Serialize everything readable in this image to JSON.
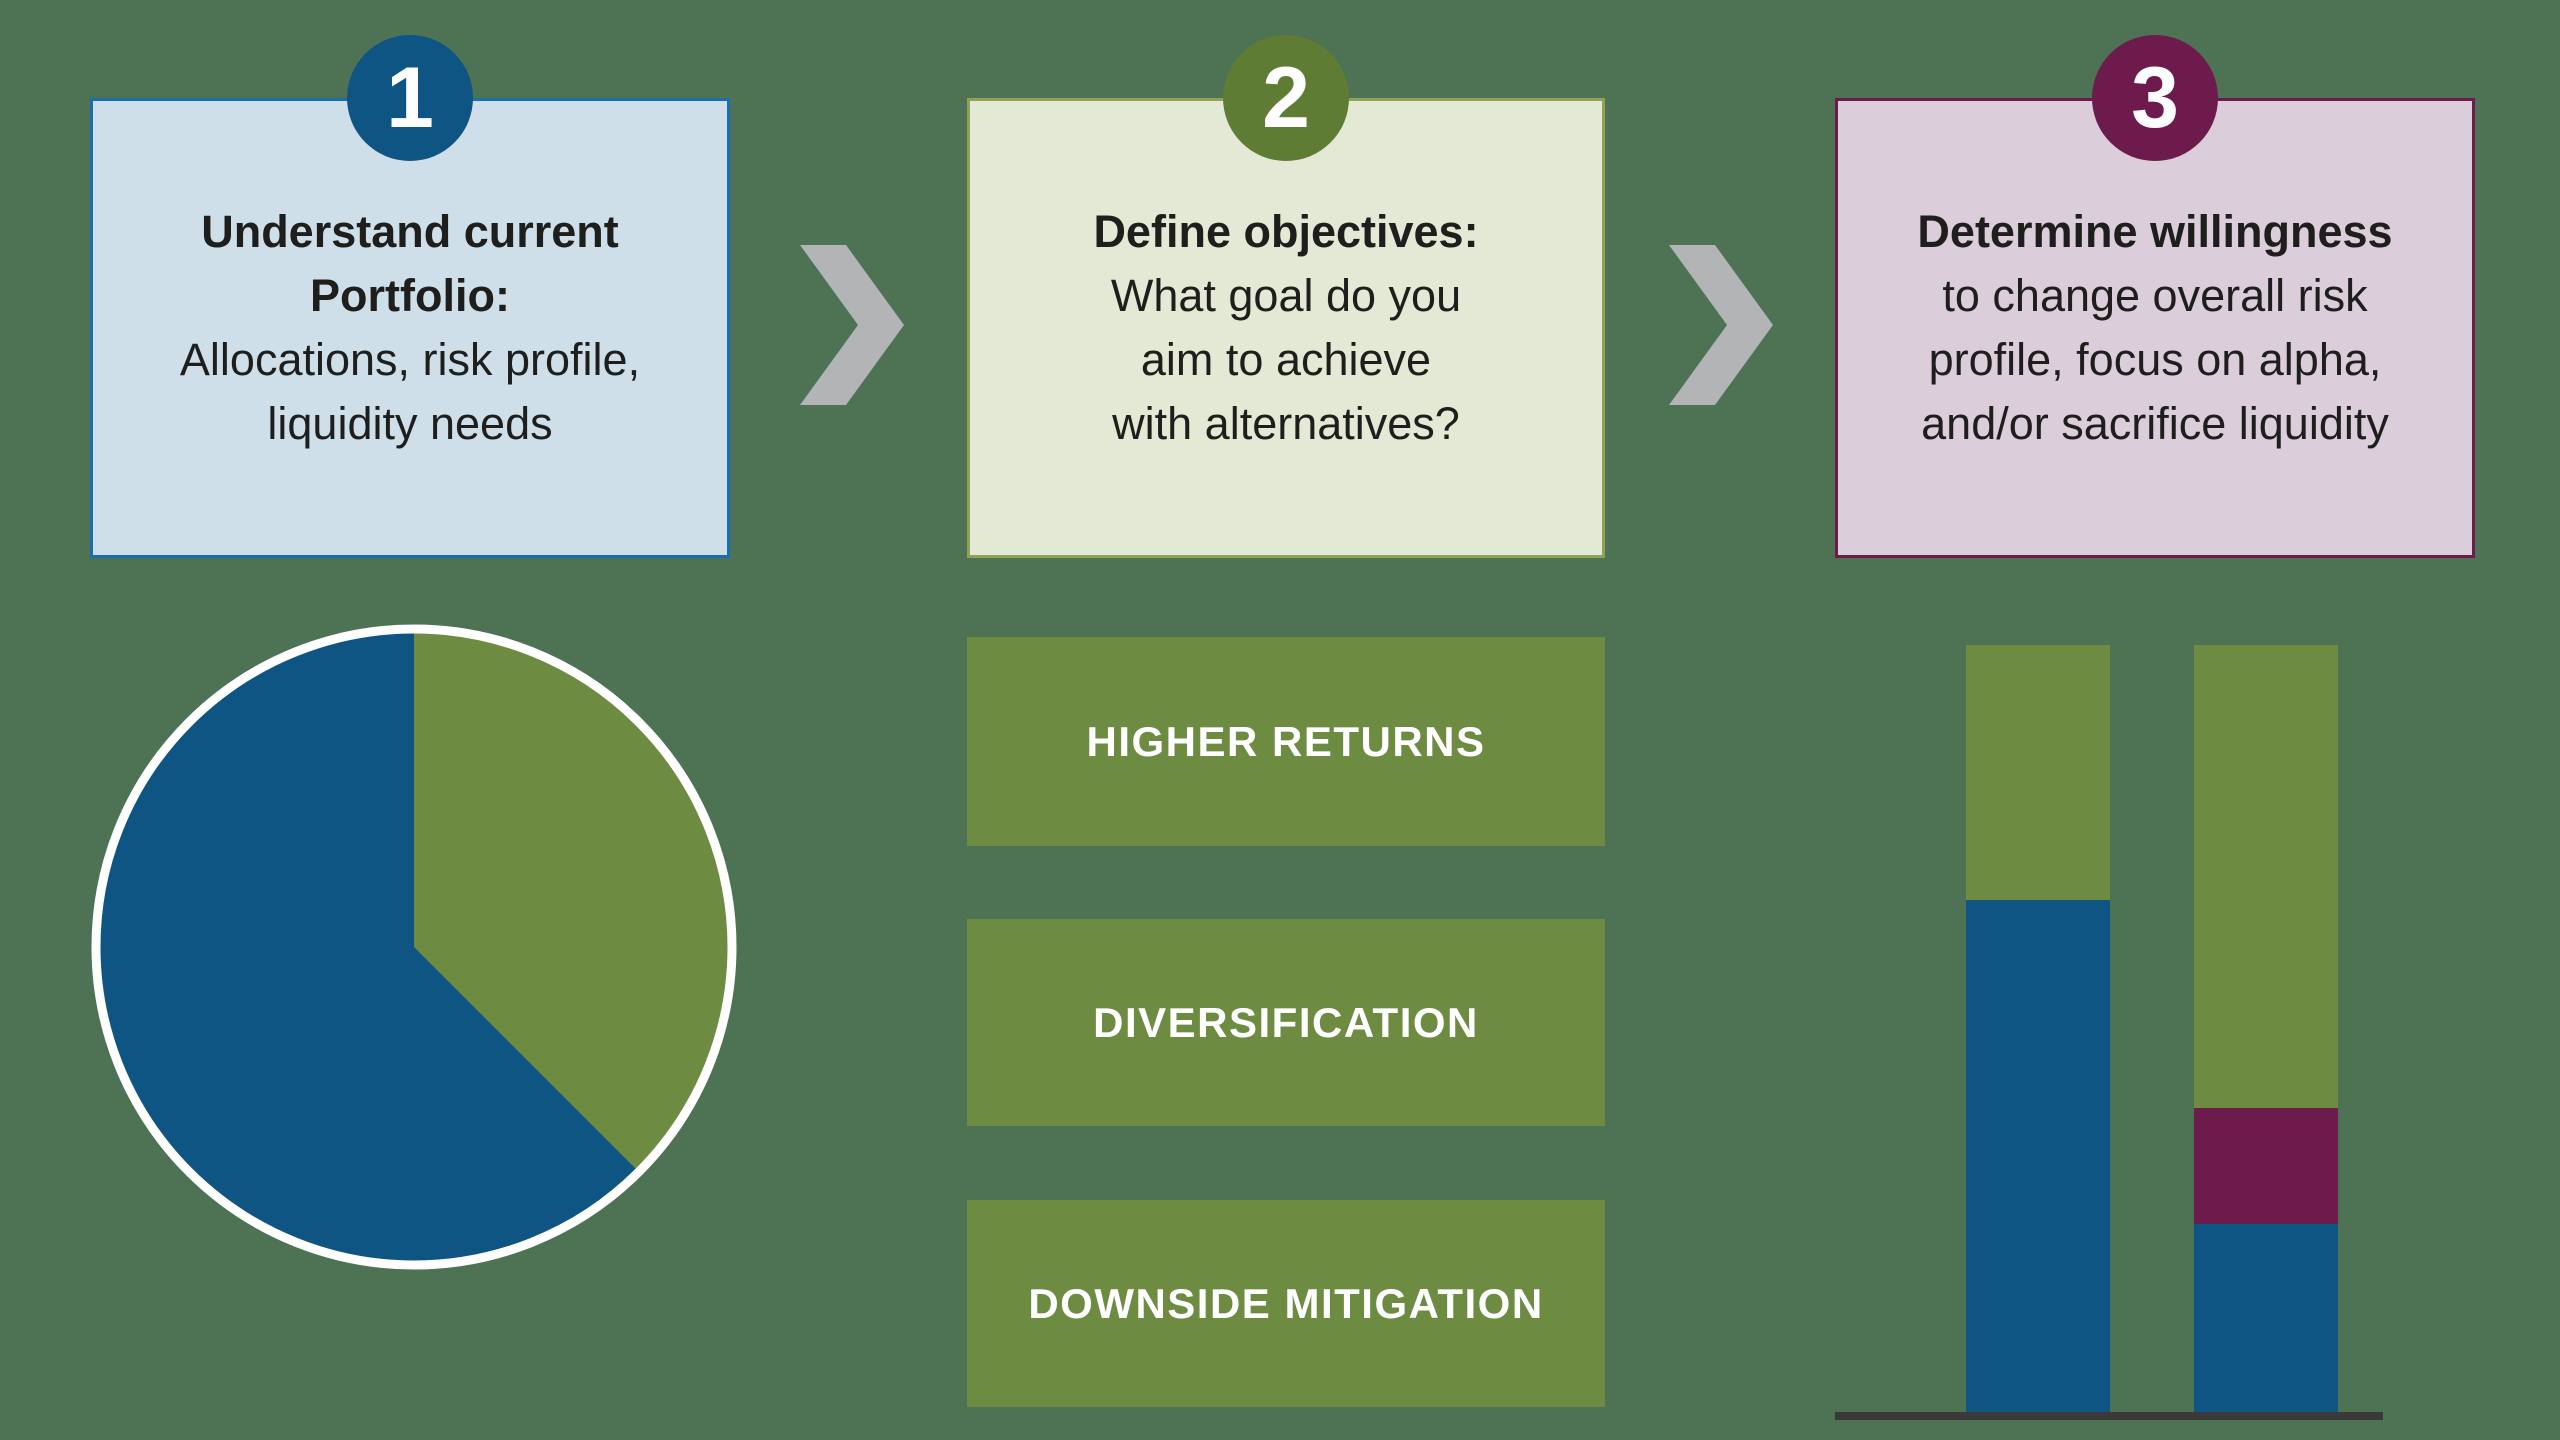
{
  "colors": {
    "background": "#4e7254",
    "step1": "#0f5584",
    "step2": "#5e7c33",
    "step3": "#6d1b4d",
    "olive": "#6d8c42",
    "box1-bg": "#cfdfe9",
    "box1-border": "#1c6fad",
    "box2-bg": "#e4e9d6",
    "box2-border": "#90a254",
    "box3-bg": "#dbcdda",
    "box3-border": "#6d1b4d",
    "chevron": "#b2b4b6",
    "text": "#1e1f1d",
    "baseline": "#3a3a3a"
  },
  "steps": [
    {
      "number": "1",
      "title_lines": [
        "Understand current",
        "Portfolio:"
      ],
      "body_lines": [
        "Allocations, risk profile,",
        "liquidity needs"
      ]
    },
    {
      "number": "2",
      "title_lines": [
        "Define objectives:"
      ],
      "body_lines": [
        "What goal do you",
        "aim to achieve",
        "with alternatives?"
      ]
    },
    {
      "number": "3",
      "title_lines": [
        "Determine willingness"
      ],
      "body_lines": [
        "to change overall risk",
        "profile, focus on alpha,",
        "and/or sacrifice liquidity"
      ]
    }
  ],
  "objectives": [
    {
      "label": "HIGHER RETURNS"
    },
    {
      "label": "DIVERSIFICATION"
    },
    {
      "label": "DOWNSIDE MITIGATION"
    }
  ],
  "chart_data": [
    {
      "type": "pie",
      "title": "Current portfolio allocation",
      "start_at": "top-clockwise",
      "slices": [
        {
          "label": "green",
          "value": 37.5,
          "color": "#6d8c42"
        },
        {
          "label": "blue",
          "value": 62.5,
          "color": "#0f5584"
        }
      ],
      "outline_color": "#ffffff"
    },
    {
      "type": "bar",
      "subtype": "stacked",
      "title": "Risk profile comparison",
      "categories": [
        "left-bar",
        "right-bar"
      ],
      "series": [
        {
          "name": "green",
          "color": "#6d8c42",
          "values": [
            33,
            60
          ]
        },
        {
          "name": "maroon",
          "color": "#6d1b4d",
          "values": [
            0,
            15
          ]
        },
        {
          "name": "blue",
          "color": "#0f5584",
          "values": [
            67,
            25
          ]
        }
      ],
      "ylim": [
        0,
        100
      ],
      "units": "percent-of-bar-height",
      "legend": "none"
    }
  ]
}
